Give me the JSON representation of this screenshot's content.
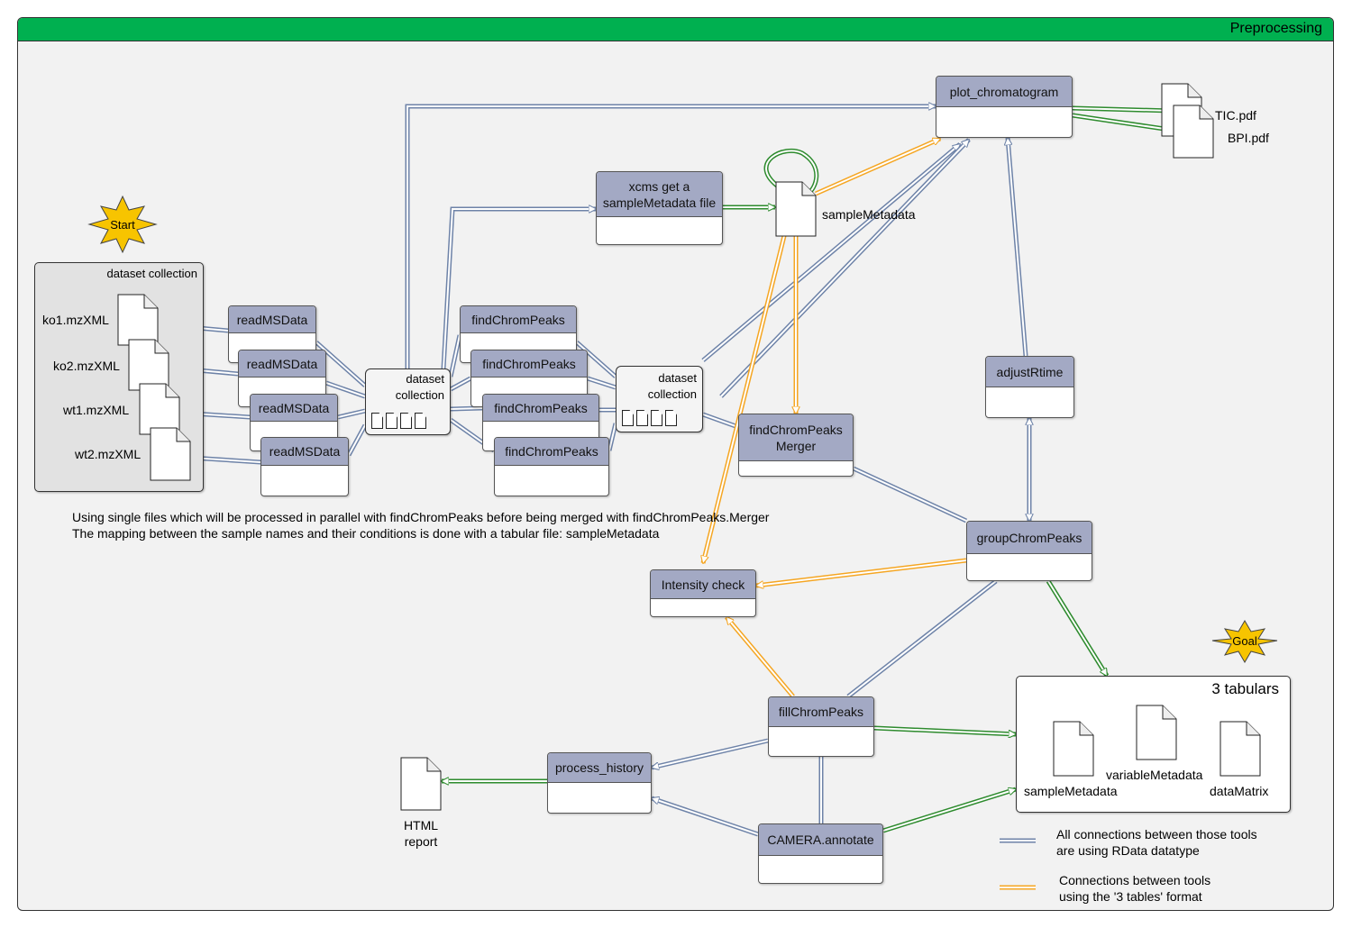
{
  "frame": {
    "title": "Preprocessing"
  },
  "markers": {
    "start": "Start",
    "goal": "Goal"
  },
  "input_collection": {
    "label": "dataset collection",
    "files": [
      "ko1.mzXML",
      "ko2.mzXML",
      "wt1.mzXML",
      "wt2.mzXML"
    ]
  },
  "tools": {
    "read1": "readMSData",
    "read2": "readMSData",
    "read3": "readMSData",
    "read4": "readMSData",
    "find1": "findChromPeaks",
    "find2": "findChromPeaks",
    "find3": "findChromPeaks",
    "find4": "findChromPeaks",
    "xcms_line1": "xcms get a",
    "xcms_line2": "sampleMetadata file",
    "plot": "plot_chromatogram",
    "merger_line1": "findChromPeaks",
    "merger_line2": "Merger",
    "adjust": "adjustRtime",
    "group": "groupChromPeaks",
    "intensity": "Intensity check",
    "fill": "fillChromPeaks",
    "history": "process_history",
    "camera": "CAMERA.annotate"
  },
  "collections": {
    "c1_line1": "dataset",
    "c1_line2": "collection",
    "c2_line1": "dataset",
    "c2_line2": "collection"
  },
  "outputs": {
    "tic": "TIC.pdf",
    "bpi": "BPI.pdf",
    "sample_metadata": "sampleMetadata",
    "html_line1": "HTML",
    "html_line2": "report"
  },
  "tabulars": {
    "title": "3 tabulars",
    "files": [
      "sampleMetadata",
      "variableMetadata",
      "dataMatrix"
    ]
  },
  "notes": {
    "line1": "Using single files which will be processed in parallel with findChromPeaks before being merged with findChromPeaks.Merger",
    "line2": "The mapping between the sample names and their conditions is done with a tabular file: sampleMetadata"
  },
  "legend": {
    "rdata_line1": "All connections between those tools",
    "rdata_line2": "are using RData datatype",
    "tables_line1": "Connections between tools",
    "tables_line2": "using  the '3 tables' format"
  },
  "colors": {
    "header_green": "#00b050",
    "tool_header": "#a3a9c4",
    "rdata_wire": "#6e83a8",
    "tables_wire": "#f5a623",
    "data_wire": "#2e8b2e",
    "star": "#f7c400"
  }
}
